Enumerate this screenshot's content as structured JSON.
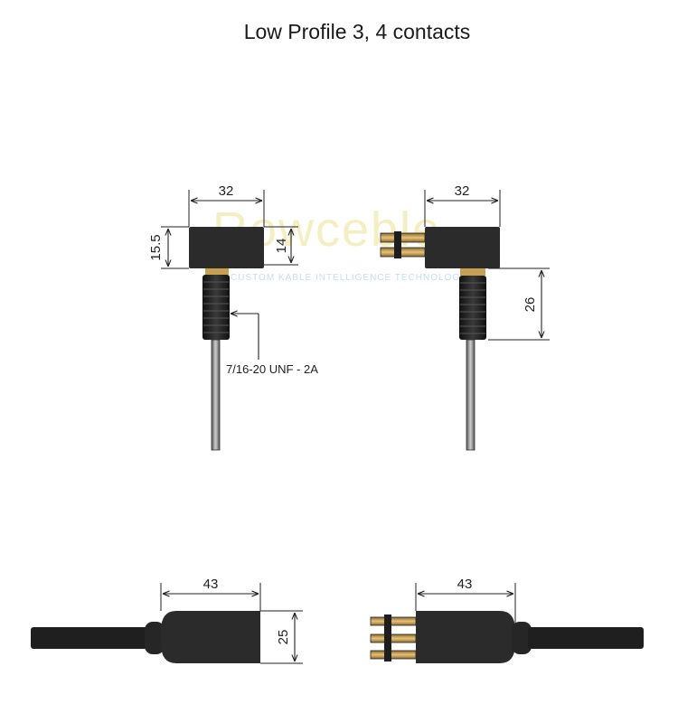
{
  "title": "Low Profile 3, 4 contacts",
  "watermark": {
    "logo": "Rowceble",
    "tagline": "CUSTOM KABLE INTELLIGENCE TECHNOLOGY"
  },
  "dimensions": {
    "side_left_width": "32",
    "side_left_height": "15.5",
    "side_left_inner_height": "14",
    "side_right_width": "32",
    "side_right_thread_length": "26",
    "bottom_left_length": "43",
    "bottom_left_height": "25",
    "bottom_right_length": "43"
  },
  "callouts": {
    "thread_spec": "7/16-20 UNF - 2A"
  },
  "colors": {
    "body": "#2b2b2b",
    "cable": "#1f1f1f",
    "brass": "#c8a052",
    "line": "#222222"
  }
}
